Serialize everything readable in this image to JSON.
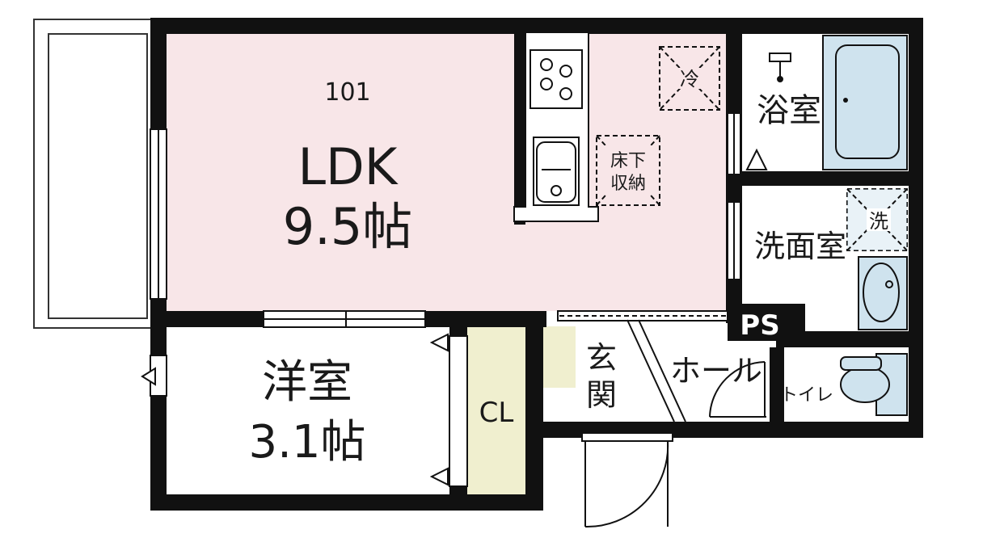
{
  "unit": {
    "number": "101"
  },
  "rooms": {
    "ldk": {
      "name": "LDK",
      "size": "9.5帖"
    },
    "western": {
      "name": "洋室",
      "size": "3.1帖"
    },
    "bath": {
      "name": "浴室"
    },
    "washroom": {
      "name": "洗面室"
    },
    "entrance": {
      "line1": "玄",
      "line2": "関"
    },
    "hall": {
      "name": "ホール"
    },
    "toilet": {
      "name": "トイレ"
    },
    "closet": {
      "name": "CL"
    }
  },
  "fixtures": {
    "fridge": "冷",
    "underfloor_line1": "床下",
    "underfloor_line2": "収納",
    "washer": "洗",
    "ps": "PS"
  },
  "colors": {
    "ldk_fill": "#f8e6e8",
    "closet_fill": "#f0efcf",
    "fixture_blue": "#cfe3ee",
    "wall": "#111111"
  }
}
